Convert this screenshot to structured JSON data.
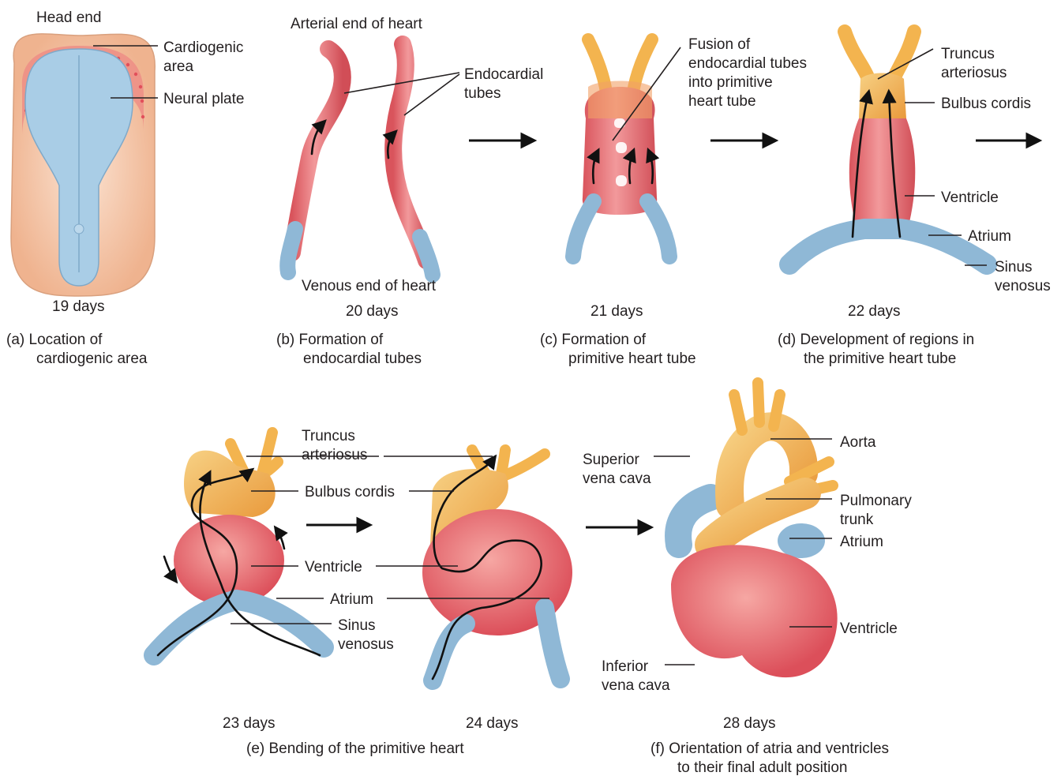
{
  "panels": {
    "a": {
      "top_label": "Head end",
      "labels": [
        "Cardiogenic",
        "area",
        "Neural plate"
      ],
      "days": "19 days",
      "caption": [
        "(a)  Location of",
        "cardiogenic area"
      ]
    },
    "b": {
      "top_label": "Arterial end of heart",
      "labels": [
        "Endocardial",
        "tubes"
      ],
      "bottom_label": "Venous end of heart",
      "days": "20 days",
      "caption": [
        "(b)  Formation of",
        "endocardial tubes"
      ]
    },
    "c": {
      "labels": [
        "Fusion of",
        "endocardial tubes",
        "into primitive",
        "heart tube"
      ],
      "days": "21 days",
      "caption": [
        "(c)  Formation of",
        "primitive heart tube"
      ]
    },
    "d": {
      "labels": [
        "Truncus",
        "arteriosus",
        "Bulbus cordis",
        "Ventricle",
        "Atrium",
        "Sinus",
        "venosus"
      ],
      "days": "22 days",
      "caption": [
        "(d)  Development of regions in",
        "the primitive heart tube"
      ]
    },
    "e": {
      "labels": [
        "Truncus",
        "arteriosus",
        "Bulbus cordis",
        "Ventricle",
        "Atrium",
        "Sinus",
        "venosus"
      ],
      "days": [
        "23 days",
        "24 days"
      ],
      "caption": "(e)  Bending of the primitive heart"
    },
    "f": {
      "labels": [
        "Superior",
        "vena cava",
        "Aorta",
        "Pulmonary",
        "trunk",
        "Atrium",
        "Ventricle",
        "Inferior",
        "vena cava"
      ],
      "days": "28 days",
      "caption": [
        "(f)  Orientation of atria and ventricles",
        "to their final adult position"
      ]
    }
  },
  "colors": {
    "vessel_blue": "#8fb8d6",
    "tube_red": "#e26d72",
    "outflow_orange": "#f3b44f",
    "embryo_peach": "#f2c2a4",
    "neural_blue": "#a9cde6",
    "cardiogenic_red": "#e8616a"
  }
}
